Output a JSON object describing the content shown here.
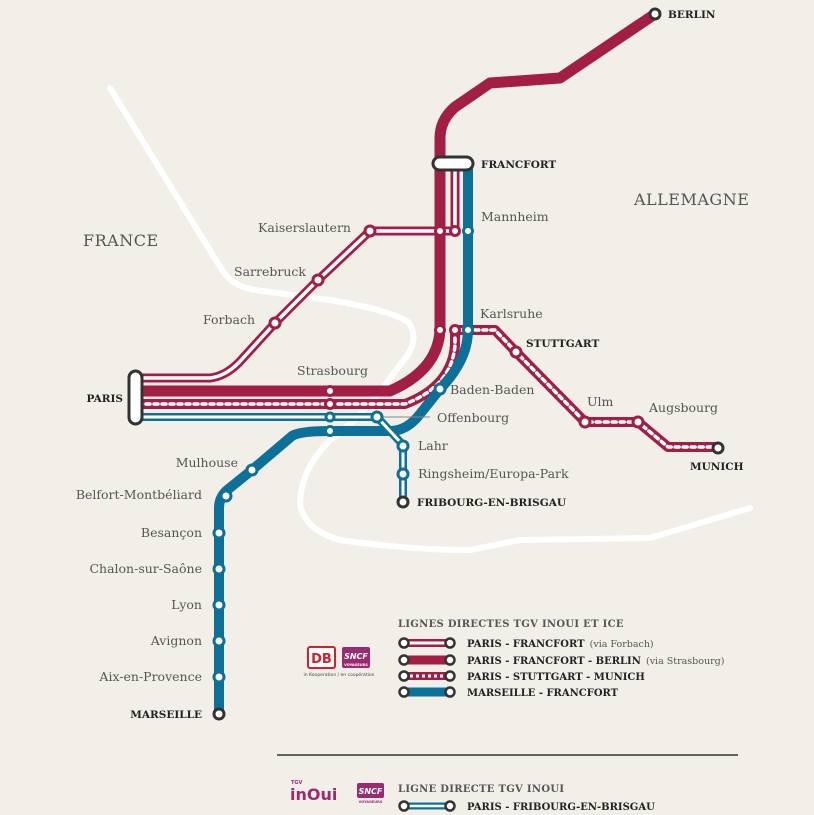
{
  "countries": {
    "france": "FRANCE",
    "germany": "ALLEMAGNE"
  },
  "colors": {
    "background": "#f2efe9",
    "red": "#a31e45",
    "blue": "#0d7099",
    "border": "#ffffff",
    "text": "#555555"
  },
  "stations": {
    "berlin": "BERLIN",
    "francfort": "FRANCFORT",
    "mannheim": "Mannheim",
    "kaiserslautern": "Kaiserslautern",
    "sarrebruck": "Sarrebruck",
    "forbach": "Forbach",
    "paris": "PARIS",
    "strasbourg": "Strasbourg",
    "karlsruhe": "Karlsruhe",
    "stuttgart": "STUTTGART",
    "ulm": "Ulm",
    "augsbourg": "Augsbourg",
    "munich": "MUNICH",
    "baden_baden": "Baden-Baden",
    "offenbourg": "Offenbourg",
    "lahr": "Lahr",
    "ringsheim": "Ringsheim/Europa-Park",
    "fribourg": "FRIBOURG-EN-BRISGAU",
    "mulhouse": "Mulhouse",
    "belfort": "Belfort-Montbéliard",
    "besancon": "Besançon",
    "chalon": "Chalon-sur-Saône",
    "lyon": "Lyon",
    "avignon": "Avignon",
    "aix": "Aix-en-Provence",
    "marseille": "MARSEILLE"
  },
  "legend": {
    "ice_title": "LIGNES DIRECTES TGV INOUI ET ICE",
    "ice_lines": [
      {
        "name": "PARIS - FRANCFORT",
        "note": "(via Forbach)"
      },
      {
        "name": "PARIS - FRANCFORT - BERLIN",
        "note": "(via Strasbourg)"
      },
      {
        "name": "PARIS - STUTTGART - MUNICH",
        "note": ""
      },
      {
        "name": "MARSEILLE - FRANCFORT",
        "note": ""
      }
    ],
    "tgv_title": "LIGNE DIRECTE TGV INOUI",
    "tgv_lines": [
      {
        "name": "PARIS - FRIBOURG-EN-BRISGAU",
        "note": ""
      }
    ]
  },
  "logos": {
    "db": "DB",
    "sncf": "SNCF",
    "sncf_sub": "VOYAGEURS",
    "cooperation": "in Kooperation / en coopération",
    "tgv": "TGV",
    "inoui": "inOui"
  }
}
